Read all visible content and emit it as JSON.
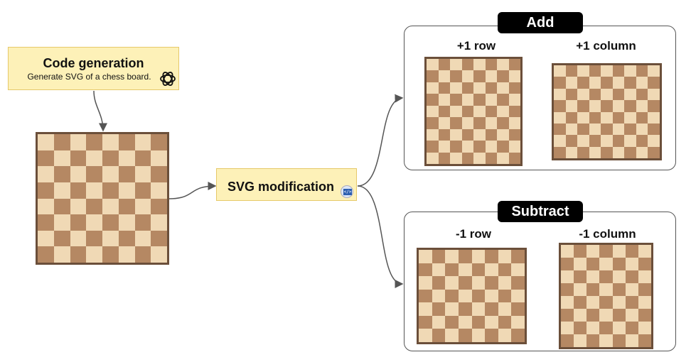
{
  "code_box": {
    "title": "Code generation",
    "subtitle": "Generate SVG of a chess board.",
    "icon": "openai-logo-icon"
  },
  "svg_box": {
    "title": "SVG modification",
    "icon": "code-editor-icon"
  },
  "groups": {
    "add": {
      "label": "Add",
      "left_label": "+1 row",
      "right_label": "+1 column"
    },
    "subtract": {
      "label": "Subtract",
      "left_label": "-1 row",
      "right_label": "-1 column"
    }
  },
  "boards": {
    "original": {
      "rows": 8,
      "cols": 8
    },
    "add_row": {
      "rows": 9,
      "cols": 8
    },
    "add_col": {
      "rows": 8,
      "cols": 9
    },
    "sub_row": {
      "rows": 7,
      "cols": 8
    },
    "sub_col": {
      "rows": 8,
      "cols": 7
    }
  },
  "colors": {
    "light_square": "#f0d9b5",
    "dark_square": "#b58863",
    "board_border": "#6b4f3a",
    "box_fill": "#fdf1b8",
    "box_border": "#e6c96a",
    "arrow": "#555555"
  }
}
